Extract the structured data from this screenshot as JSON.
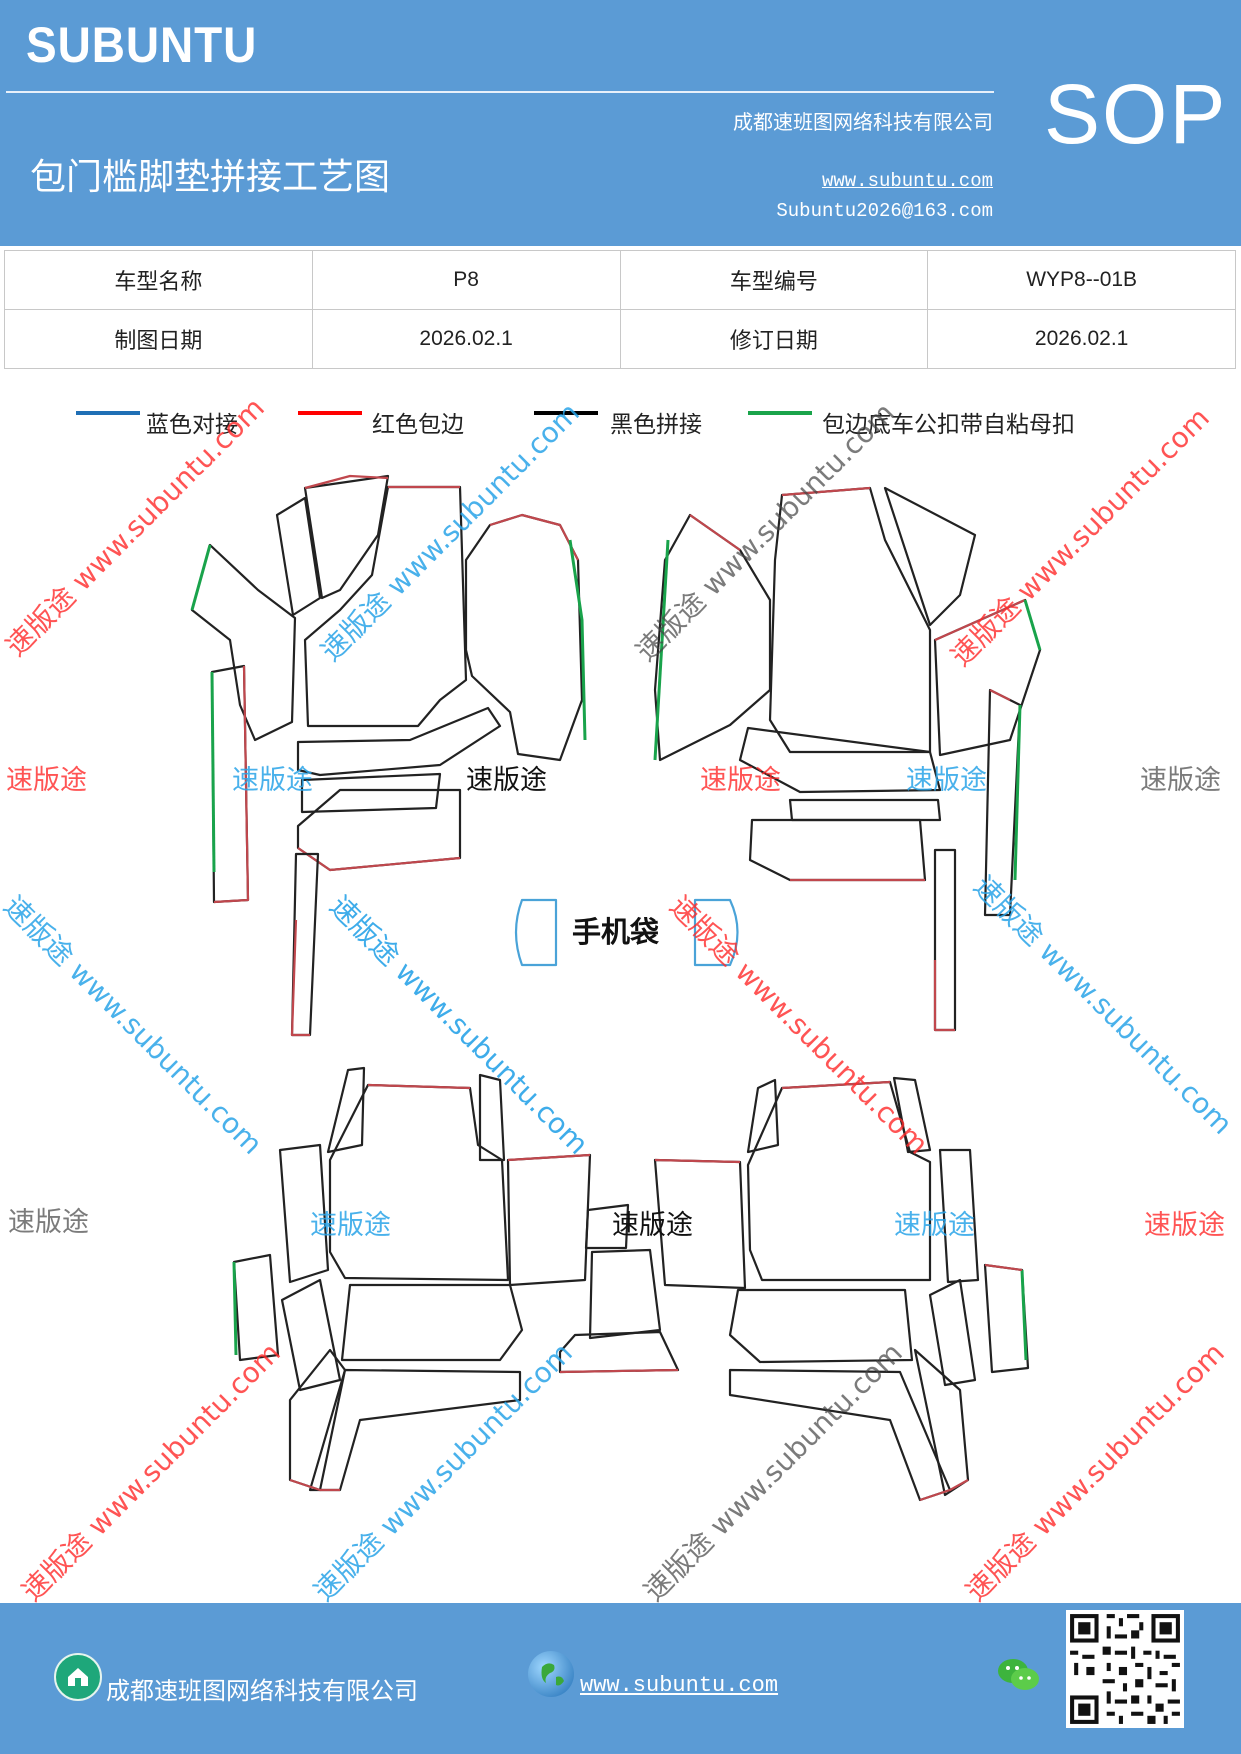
{
  "header": {
    "brand": "SUBUNTU",
    "company": "成都速班图网络科技有限公司",
    "title": "包门槛脚垫拼接工艺图",
    "website": "www.subuntu.com",
    "email": "Subuntu2026@163.com",
    "badge": "SOP"
  },
  "info_table": {
    "rows": [
      {
        "label1": "车型名称",
        "value1": "P8",
        "label2": "车型编号",
        "value2": "WYP8--01B"
      },
      {
        "label1": "制图日期",
        "value1": "2026.02.1",
        "label2": "修订日期",
        "value2": "2026.02.1"
      }
    ]
  },
  "legend": [
    {
      "label": "蓝色对接",
      "color": "#1f6fb5"
    },
    {
      "label": "红色包边",
      "color": "#ff0000"
    },
    {
      "label": "黑色拼接",
      "color": "#000000"
    },
    {
      "label": "包边底车公扣带自粘母扣",
      "color": "#1aa44b"
    }
  ],
  "diagram": {
    "phone_pocket_label": "手机袋"
  },
  "watermarks": {
    "brand": "速版途",
    "long": "速版途 www.subuntu.com"
  },
  "footer": {
    "company": "成都速班图网络科技有限公司",
    "website": "www.subuntu.com",
    "icons": [
      "home-icon",
      "globe-icon",
      "wechat-icon",
      "qr-code"
    ]
  }
}
